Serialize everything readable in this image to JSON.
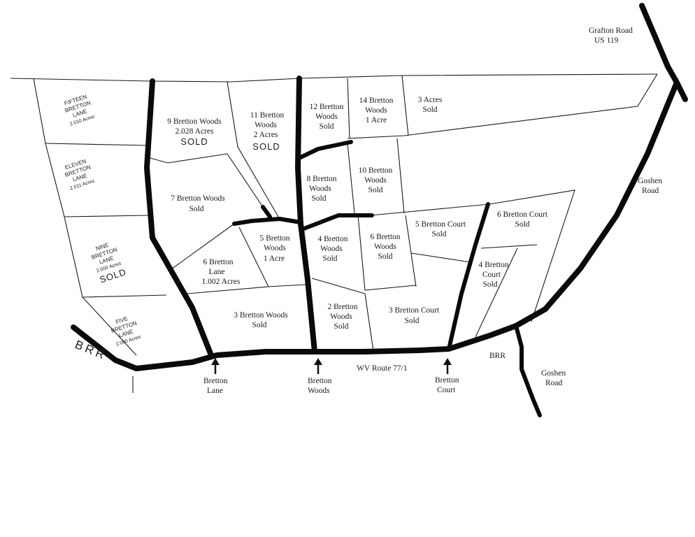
{
  "roads": {
    "grafton": [
      "Grafton Road",
      "US 119"
    ],
    "goshen_upper": [
      "Goshen",
      "Road"
    ],
    "goshen_lower": [
      "Goshen",
      "Road"
    ],
    "brr_left": "BRR",
    "brr_right": "BRR",
    "route": "WV Route 77/1"
  },
  "entrances": {
    "lane": [
      "Bretton",
      "Lane"
    ],
    "woods": [
      "Bretton",
      "Woods"
    ],
    "court": [
      "Bretton",
      "Court"
    ]
  },
  "lots": {
    "fifteen_lane": [
      "FIFTEEN",
      "BRETTON",
      "LANE",
      "2.010 Acres"
    ],
    "eleven_lane": [
      "ELEVEN",
      "BRETTON",
      "LANE",
      "2.011 Acres"
    ],
    "nine_lane": [
      "NINE",
      "BRETTON",
      "LANE",
      "2.000 Acres",
      "SOLD"
    ],
    "five_lane": [
      "FIVE",
      "BRETTON",
      "LANE",
      "2.000 Acres"
    ],
    "nine_woods": [
      "9 Bretton Woods",
      "2.028 Acres",
      "SOLD"
    ],
    "eleven_woods": [
      "11 Bretton",
      "Woods",
      "2 Acres",
      "SOLD"
    ],
    "twelve_woods": [
      "12 Bretton",
      "Woods",
      "Sold"
    ],
    "fourteen_woods": [
      "14 Bretton",
      "Woods",
      "1 Acre"
    ],
    "three_acres": [
      "3 Acres",
      "Sold"
    ],
    "seven_woods": [
      "7 Bretton Woods",
      "Sold"
    ],
    "eight_woods": [
      "8 Bretton",
      "Woods",
      "Sold"
    ],
    "ten_woods": [
      "10 Bretton",
      "Woods",
      "Sold"
    ],
    "five_woods": [
      "5 Bretton",
      "Woods",
      "1 Acre"
    ],
    "six_lane": [
      "6 Bretton",
      "Lane",
      "1.002 Acres"
    ],
    "four_woods": [
      "4 Bretton",
      "Woods",
      "Sold"
    ],
    "six_woods": [
      "6 Bretton",
      "Woods",
      "Sold"
    ],
    "five_court": [
      "5 Bretton Court",
      "Sold"
    ],
    "six_court": [
      "6 Bretton Court",
      "Sold"
    ],
    "four_court": [
      "4 Bretton",
      "Court",
      "Sold"
    ],
    "three_woods": [
      "3 Bretton Woods",
      "Sold"
    ],
    "two_woods": [
      "2 Bretton",
      "Woods",
      "Sold"
    ],
    "three_court": [
      "3 Bretton Court",
      "Sold"
    ]
  }
}
